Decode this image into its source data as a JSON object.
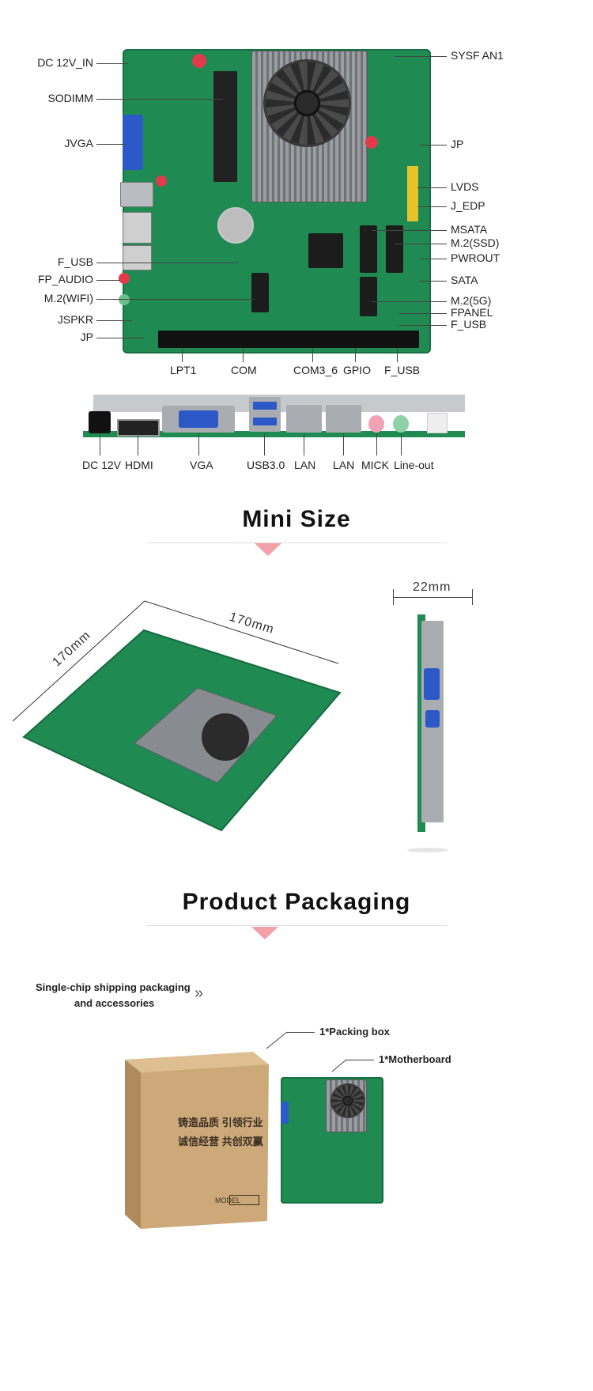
{
  "top_board_labels_left": [
    "DC 12V_IN",
    "SODIMM",
    "JVGA",
    "F_USB",
    "FP_AUDIO",
    "M.2(WIFI)",
    "JSPKR",
    "JP"
  ],
  "top_board_labels_right": [
    "SYSF AN1",
    "JP",
    "LVDS",
    "J_EDP",
    "MSATA",
    "M.2(SSD)",
    "PWROUT",
    "SATA",
    "M.2(5G)",
    "FPANEL",
    "F_USB"
  ],
  "top_board_labels_bottom": [
    "LPT1",
    "COM",
    "COM3_6",
    "GPIO",
    "F_USB"
  ],
  "io_labels": [
    "DC 12V",
    "HDMI",
    "VGA",
    "USB3.0",
    "LAN",
    "LAN",
    "MICK",
    "Line-out"
  ],
  "mini_size": {
    "title": "Mini Size",
    "width_label": "170mm",
    "depth_label": "170mm",
    "height_label": "22mm"
  },
  "packaging": {
    "title": "Product Packaging",
    "description_line1": "Single-chip shipping packaging",
    "description_line2": "and accessories",
    "arrow": "»",
    "item1": "1*Packing box",
    "item2": "1*Motherboard",
    "box_text_line1": "铸造品质  引领行业",
    "box_text_line2": "诚信经营  共创双赢",
    "box_model": "MODEL"
  },
  "colors": {
    "pcb": "#1f8a52",
    "accent_triangle": "#f4a0a8",
    "pointer_dot": "#c2185b"
  }
}
